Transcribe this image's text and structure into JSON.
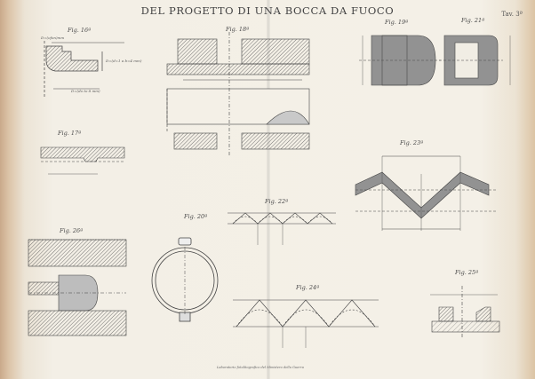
{
  "header": {
    "title": "DEL PROGETTO DI UNA BOCCA DA FUOCO",
    "plate": "Tav. 3ª"
  },
  "figures": {
    "fig16": "Fig. 16ª",
    "fig18": "Fig. 18ª",
    "fig19": "Fig. 19ª",
    "fig21": "Fig. 21ª",
    "fig17": "Fig. 17ª",
    "fig23": "Fig. 23ª",
    "fig22": "Fig. 22ª",
    "fig20": "Fig. 20ª",
    "fig26": "Fig. 26ª",
    "fig25": "Fig. 25ª",
    "fig24": "Fig. 24ª"
  },
  "footer": {
    "credit": "Laboratorio fotolitografico del Ministero della Guerra"
  }
}
